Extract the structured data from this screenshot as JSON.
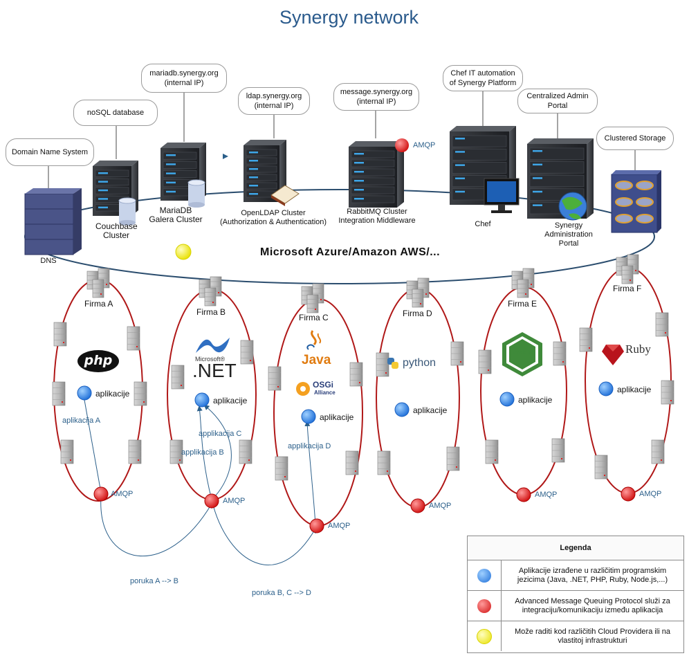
{
  "title": "Synergy network",
  "cloud_label": "Microsoft Azure/Amazon AWS/...",
  "callouts": {
    "dns": "Domain Name System",
    "nosql": "noSQL database",
    "mariadb": "mariadb.synergy.org (internal IP)",
    "ldap": "ldap.synergy.org (internal IP)",
    "message": "message.synergy.org (internal IP)",
    "chef": "Chef IT automation of Synergy Platform",
    "admin": "Centralized Admin Portal",
    "storage": "Clustered Storage"
  },
  "servers": {
    "dns": "DNS",
    "couchbase": "Couchbase Cluster",
    "mariadb": "MariaDB Galera Cluster",
    "openldap_1": "OpenLDAP Cluster",
    "openldap_2": "(Authorization & Authentication)",
    "rabbit_1": "RabbitMQ Cluster",
    "rabbit_2": "Integration Middleware",
    "chef": "Chef",
    "synergy_1": "Synergy",
    "synergy_2": "Administration Portal",
    "rabbit_amqp": "AMQP"
  },
  "firms": [
    "Firma A",
    "Firma B",
    "Firma C",
    "Firma D",
    "Firma E",
    "Firma F"
  ],
  "app_label": "aplikacije",
  "amqp_label": "AMQP",
  "logos": {
    "php": "php",
    "net_small": "Microsoft®",
    "net": ".NET",
    "java": "Java",
    "osgi_1": "OSGi",
    "osgi_2": "Alliance",
    "python": "python",
    "node": "node.js",
    "ruby": "Ruby"
  },
  "flows": {
    "app_a": "aplikacija A",
    "app_b": "applikacija B",
    "app_c": "applikacija C",
    "app_d": "applikacija D",
    "msg_ab": "poruka A --> B",
    "msg_bcd": "poruka B, C --> D"
  },
  "legend": {
    "header": "Legenda",
    "rows": [
      {
        "color": "#2f86f0",
        "text": "Aplikacije izrađene u različitim programskim jezicima (Java, .NET, PHP, Ruby, Node.js,...)"
      },
      {
        "color": "#e81b1b",
        "text": "Advanced Message Queuing Protocol služi za integraciju/komunikaciju između aplikacija"
      },
      {
        "color": "#f7f20f",
        "text": "Može raditi kod različitih Cloud Providera ili na vlastitoj infrastrukturi"
      }
    ]
  },
  "colors": {
    "blue_dot": "#2f86f0",
    "red_dot": "#e81b1b",
    "yellow_dot": "#f7f20f",
    "ring": "#b01818",
    "backbone": "#2b4d6e",
    "title": "#2a5a8c"
  }
}
